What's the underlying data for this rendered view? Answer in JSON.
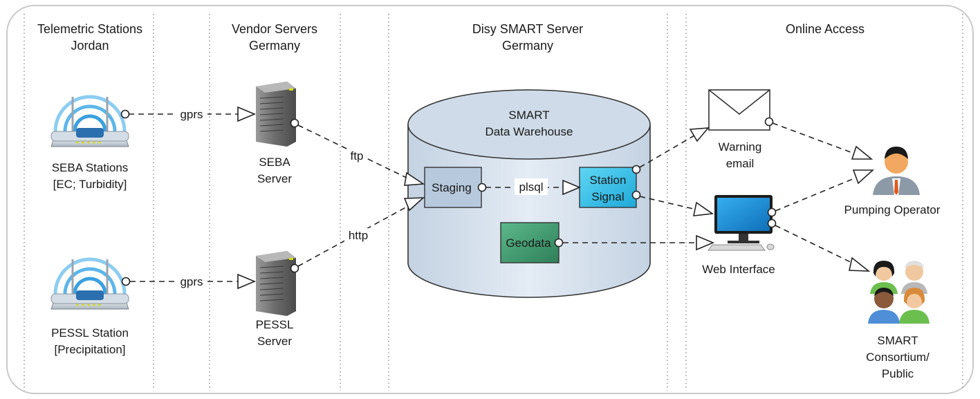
{
  "columns": [
    {
      "title_line1": "Telemetric Stations",
      "title_line2": "Jordan"
    },
    {
      "title_line1": "Vendor Servers",
      "title_line2": "Germany"
    },
    {
      "title_line1": "Disy SMART Server",
      "title_line2": "Germany"
    },
    {
      "title_line1": "Online Access",
      "title_line2": ""
    }
  ],
  "stations": {
    "seba": {
      "line1": "SEBA Stations",
      "line2": "[EC; Turbidity]"
    },
    "pessl": {
      "line1": "PESSL Station",
      "line2": "[Precipitation]"
    }
  },
  "servers": {
    "seba": {
      "line1": "SEBA",
      "line2": "Server"
    },
    "pessl": {
      "line1": "PESSL",
      "line2": "Server"
    }
  },
  "warehouse": {
    "title_line1": "SMART",
    "title_line2": "Data Warehouse",
    "staging": "Staging",
    "station_signal_line1": "Station",
    "station_signal_line2": "Signal",
    "geodata": "Geodata"
  },
  "connections": {
    "gprs_top": "gprs",
    "gprs_bottom": "gprs",
    "ftp": "ftp",
    "http": "http",
    "plsql": "plsql"
  },
  "access": {
    "warning_line1": "Warning",
    "warning_line2": "email",
    "web_interface": "Web Interface",
    "pumping_operator": "Pumping Operator",
    "consortium_line1": "SMART",
    "consortium_line2": "Consortium/",
    "consortium_line3": "Public"
  },
  "colors": {
    "wifi_blue": "#3aa0e0",
    "staging_fill": "#b7c9dc",
    "station_signal_fill": "#32c4ea",
    "geodata_fill": "#3e9a6e",
    "cylinder_fill": "#d3deea",
    "monitor_blue": "#1e8fd8"
  }
}
